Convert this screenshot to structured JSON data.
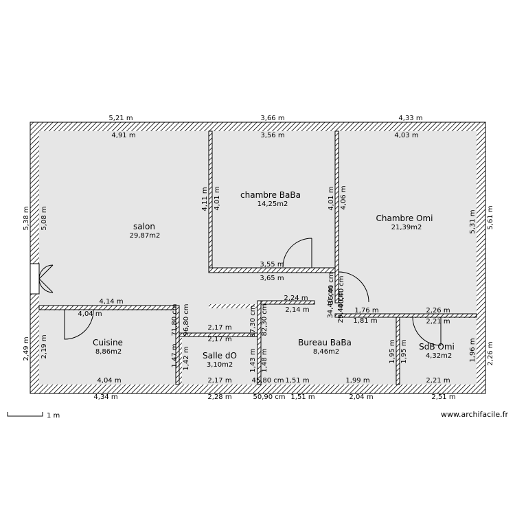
{
  "rooms": {
    "salon": {
      "name": "salon",
      "area": "29,87m2"
    },
    "chambre_baba": {
      "name": "chambre BaBa",
      "area": "14,25m2"
    },
    "chambre_omi": {
      "name": "Chambre Omi",
      "area": "21,39m2"
    },
    "cuisine": {
      "name": "Cuisine",
      "area": "8,86m2"
    },
    "salle_do": {
      "name": "Salle dO",
      "area": "3,10m2"
    },
    "bureau_baba": {
      "name": "Bureau BaBa",
      "area": "8,46m2"
    },
    "sdb_omi": {
      "name": "SdB Omi",
      "area": "4,32m2"
    }
  },
  "dimensions": {
    "top_outer_1": "5,21 m",
    "top_outer_2": "3,66 m",
    "top_outer_3": "4,33 m",
    "top_inner_1": "4,91 m",
    "top_inner_2": "3,56 m",
    "top_inner_3": "4,03 m",
    "left_outer_top": "5,38 m",
    "left_inner_top": "5,08 m",
    "left_outer_bottom": "2,49 m",
    "left_inner_bottom": "2,19 m",
    "right_outer_top": "5,61 m",
    "right_inner_top": "5,31 m",
    "right_outer_bottom": "2,26 m",
    "right_inner_bottom": "1,96 m",
    "wall_a_left": "4,11 m",
    "wall_a_right": "4,01 m",
    "wall_b_left": "4,01 m",
    "wall_b_right": "4,06 m",
    "baba_bottom_inner": "3,55 m",
    "baba_bottom_outer": "3,65 m",
    "salon_bottom": "4,14 m",
    "cuisine_top": "4,04 m",
    "v_71_80": "71,80 cm",
    "v_96_80": "96,80 cm",
    "v_87_30": "87,30 cm",
    "v_82_30": "82,30 cm",
    "v_34_40": "34,40 cm",
    "v_29_40": "29,40 cm",
    "v_36_40": "36,40 cm",
    "v_40_40": "40,40 cm",
    "bureau_top_1": "2,24 m",
    "bureau_top_2": "2,14 m",
    "corridor_1": "1,81 m",
    "corridor_2": "1,76 m",
    "sdb_top_outer": "2,26 m",
    "sdb_top_inner": "2,21 m",
    "salle_top": "2,17 m",
    "salle_inner_top": "2,17 m",
    "cuisine_h1": "1,47 m",
    "salle_h1": "1,42 m",
    "salle_h2": "1,43 m",
    "bureau_h1": "1,48 m",
    "bureau_h2": "1,95 m",
    "sdb_h1": "1,95 m",
    "bottom_inner_1": "4,04 m",
    "bottom_inner_2": "2,17 m",
    "bottom_inner_3": "45,80 cm",
    "bottom_inner_4": "1,51 m",
    "bottom_inner_5": "1,99 m",
    "bottom_inner_6": "2,21 m",
    "bottom_outer_1": "4,34 m",
    "bottom_outer_2": "2,28 m",
    "bottom_outer_3": "50,90 cm",
    "bottom_outer_4": "1,51 m",
    "bottom_outer_5": "2,04 m",
    "bottom_outer_6": "2,51 m"
  },
  "scale": {
    "label": "1 m"
  },
  "credit": "www.archifacile.fr"
}
